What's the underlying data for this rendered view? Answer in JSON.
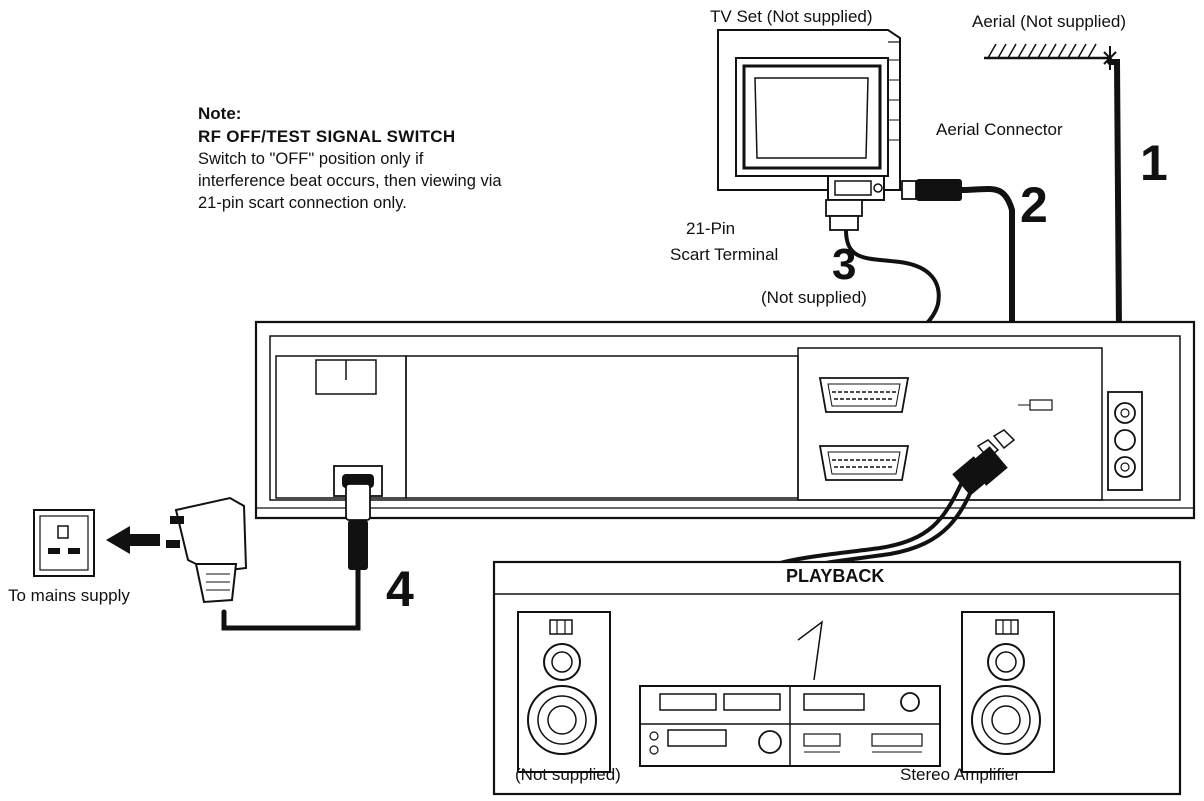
{
  "labels": {
    "tv_set": "TV Set (Not supplied)",
    "aerial": "Aerial (Not supplied)",
    "aerial_connector": "Aerial Connector",
    "pin21": "21-Pin",
    "scart_terminal": "Scart Terminal",
    "scart_not_supplied": "(Not supplied)",
    "mains": "To mains supply",
    "playback": "PLAYBACK",
    "amp_not_supplied": "(Not supplied)",
    "stereo_amplifier": "Stereo Amplifier"
  },
  "note": {
    "title": "Note:",
    "heading": "RF OFF/TEST SIGNAL SWITCH",
    "lines": [
      "Switch to \"OFF\" position only if",
      "interference beat occurs, then viewing via",
      "21-pin scart connection only."
    ]
  },
  "steps": [
    "1",
    "2",
    "3",
    "4"
  ]
}
